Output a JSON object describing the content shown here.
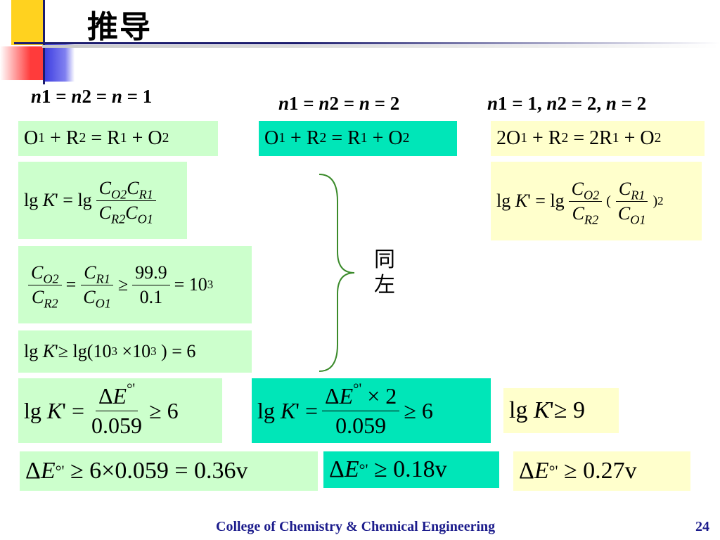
{
  "slide": {
    "title": "推导",
    "same_as_left": "同左",
    "footer": "College of Chemistry & Chemical Engineering",
    "page_number": "24"
  },
  "columns": [
    {
      "condition": [
        "n",
        "1 = ",
        "n",
        "2 = ",
        "n",
        " = 1"
      ],
      "reaction": {
        "c1": "",
        "a": "O",
        "a_sub": "1",
        "b": "R",
        "b_sub": "2",
        "c2": "",
        "c": "R",
        "c_sub": "1",
        "d": "O",
        "d_sub": "2"
      }
    },
    {
      "condition": [
        "n",
        "1 = ",
        "n",
        "2 = ",
        "n",
        " = 2"
      ],
      "reaction": {
        "c1": "",
        "a": "O",
        "a_sub": "1",
        "b": "R",
        "b_sub": "2",
        "c2": "",
        "c": "R",
        "c_sub": "1",
        "d": "O",
        "d_sub": "2"
      }
    },
    {
      "condition": [
        "n",
        "1 = 1,  ",
        "n",
        "2 = 2,  ",
        "n",
        " = 2"
      ],
      "reaction": {
        "c1": "2",
        "a": "O",
        "a_sub": "1",
        "b": "R",
        "b_sub": "2",
        "c2": "2",
        "c": "R",
        "c_sub": "1",
        "d": "O",
        "d_sub": "2"
      }
    }
  ],
  "math": {
    "lg": "lg",
    "K": "K",
    "prime": "'",
    "C": "C",
    "O2": "O2",
    "R1": "R1",
    "R2": "R2",
    "O1": "O1",
    "n999": "99.9",
    "n01": "0.1",
    "ten": "10",
    "three": "3",
    "six": "6",
    "two": "2",
    "nine": "9",
    "n0059": "0.059",
    "delta": "Δ",
    "E": "E",
    "deg": "°",
    "res1": "6×0.059 = 0.36v",
    "res2": "0.18v",
    "res3": "0.27v"
  }
}
